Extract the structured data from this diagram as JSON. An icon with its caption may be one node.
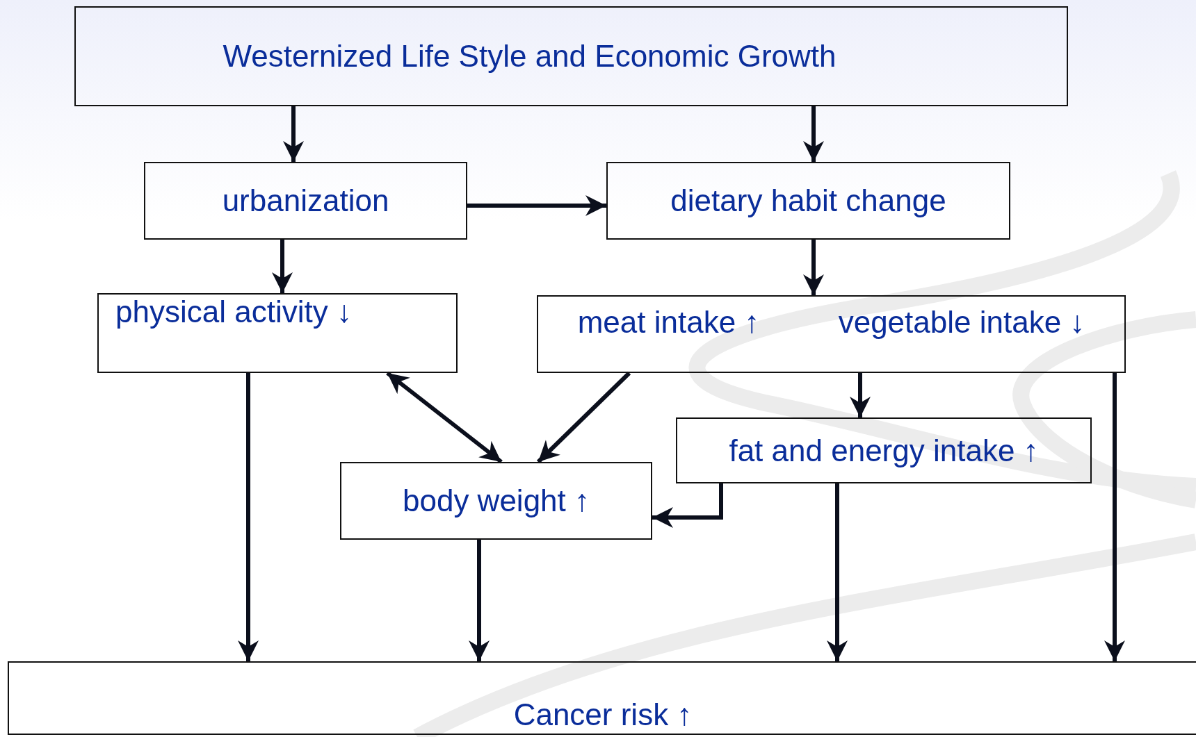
{
  "diagram": {
    "nodes": [
      {
        "text": [
          "Westernized Life Style and Economic Growth"
        ]
      },
      {
        "text": [
          "urbanization"
        ]
      },
      {
        "text": [
          "dietary habit change"
        ]
      },
      {
        "text": [
          "physical activity ↓"
        ]
      },
      {
        "text": [
          "meat intake ↑",
          "vegetable intake ↓"
        ]
      },
      {
        "text": [
          "fat and energy intake ↑"
        ]
      },
      {
        "text": [
          "body weight ↑"
        ]
      },
      {
        "text": [
          "Cancer risk ↑"
        ]
      }
    ],
    "edges": [
      {
        "from": 0,
        "to": 1,
        "arrow": "to"
      },
      {
        "from": 0,
        "to": 2,
        "arrow": "to"
      },
      {
        "from": 1,
        "to": 2,
        "arrow": "to"
      },
      {
        "from": 1,
        "to": 3,
        "arrow": "to"
      },
      {
        "from": 2,
        "to": 4,
        "arrow": "to"
      },
      {
        "from": 3,
        "to": 6,
        "arrow": "both"
      },
      {
        "from": 4,
        "to": 6,
        "arrow": "to"
      },
      {
        "from": 4,
        "to": 5,
        "arrow": "to"
      },
      {
        "from": 5,
        "to": 6,
        "arrow": "to"
      },
      {
        "from": 3,
        "to": 7,
        "arrow": "to"
      },
      {
        "from": 6,
        "to": 7,
        "arrow": "to"
      },
      {
        "from": 5,
        "to": 7,
        "arrow": "to"
      },
      {
        "from": 4,
        "to": 7,
        "arrow": "to"
      }
    ]
  }
}
